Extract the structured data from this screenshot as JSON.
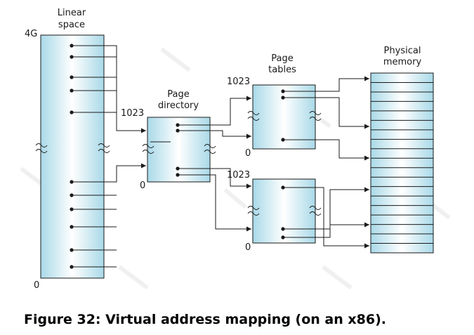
{
  "labels": {
    "linear_space_line1": "Linear",
    "linear_space_line2": "space",
    "linear_top": "4G",
    "linear_bottom": "0",
    "page_directory_line1": "Page",
    "page_directory_line2": "directory",
    "directory_top": "1023",
    "directory_bottom": "0",
    "page_tables_line1": "Page",
    "page_tables_line2": "tables",
    "table1_top": "1023",
    "table1_bottom": "0",
    "table2_top": "1023",
    "table2_bottom": "0",
    "physical_memory_line1": "Physical",
    "physical_memory_line2": "memory"
  },
  "caption": "Figure 32: Virtual address mapping (on an x86).",
  "colors": {
    "box_fill_edge": "#c9e8f2",
    "box_fill_center": "#ffffff",
    "box_stroke": "#1a1a1a",
    "line": "#1a1a1a",
    "watermark": "#e8e8e8"
  },
  "icons": {
    "break_mark": "tilde-break-icon",
    "arrow": "arrowhead-icon",
    "pointer_dot": "pointer-dot-icon"
  },
  "physical_memory_frames": 19
}
